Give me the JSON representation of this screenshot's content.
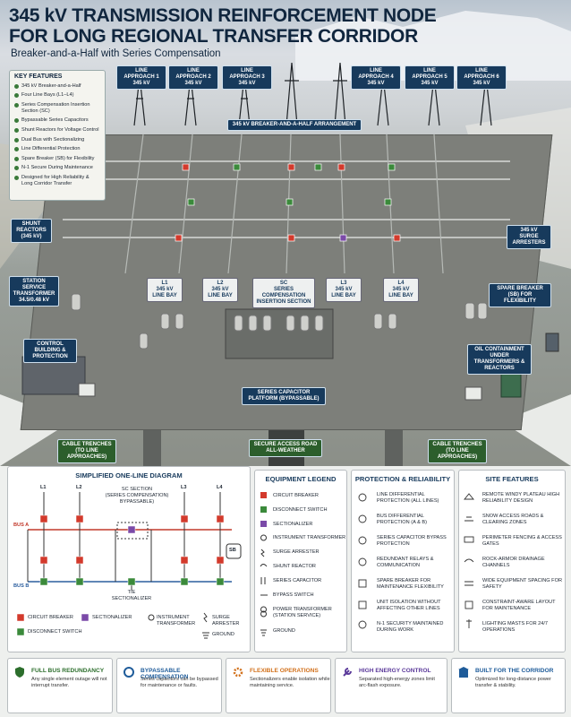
{
  "header": {
    "title_line1": "345 kV TRANSMISSION REINFORCEMENT NODE",
    "title_line2": "FOR LONG REGIONAL TRANSFER CORRIDOR",
    "subtitle": "Breaker-and-a-Half with Series Compensation"
  },
  "key_features": {
    "title": "KEY FEATURES",
    "items": [
      "345 kV Breaker-and-a-Half",
      "Four Line Bays (L1–L4)",
      "Series Compensation Insertion Section (SC)",
      "Bypassable Series Capacitors",
      "Shunt Reactors for Voltage Control",
      "Dual Bus with Sectionalizing",
      "Line Differential Protection",
      "Spare Breaker (SB) for Flexibility",
      "N-1 Secure During Maintenance",
      "Designed for High Reliability & Long Corridor Transfer"
    ]
  },
  "approaches": [
    "LINE APPROACH 1",
    "LINE APPROACH 2",
    "LINE APPROACH 3",
    "LINE APPROACH 4",
    "LINE APPROACH 5",
    "LINE APPROACH 6"
  ],
  "approach_kv": "345 kV",
  "scene_labels": {
    "arrangement": "345 kV BREAKER-AND-A-HALF ARRANGEMENT",
    "shunt": "SHUNT REACTORS (345 kV)",
    "surge": "345 kV SURGE ARRESTERS",
    "station": "STATION SERVICE TRANSFORMER 34.5/0.48 kV",
    "spare": "SPARE BREAKER (SB) FOR FLEXIBILITY",
    "control": "CONTROL BUILDING & PROTECTION",
    "oil": "OIL CONTAINMENT UNDER TRANSFORMERS & REACTORS",
    "sc_platform": "SERIES CAPACITOR PLATFORM (BYPASSABLE)",
    "cable_left": "CABLE TRENCHES (TO LINE APPROACHES)",
    "road": "SECURE ACCESS ROAD ALL-WEATHER",
    "cable_right": "CABLE TRENCHES (TO LINE APPROACHES)"
  },
  "bays": [
    {
      "name": "L1",
      "l2": "345 kV",
      "l3": "LINE BAY"
    },
    {
      "name": "L2",
      "l2": "345 kV",
      "l3": "LINE BAY"
    },
    {
      "name": "SC",
      "l2": "SERIES COMPENSATION",
      "l3": "INSERTION SECTION"
    },
    {
      "name": "L3",
      "l2": "345 kV",
      "l3": "LINE BAY"
    },
    {
      "name": "L4",
      "l2": "345 kV",
      "l3": "LINE BAY"
    }
  ],
  "oneline": {
    "title": "SIMPLIFIED ONE-LINE DIAGRAM",
    "sc1": "SC SECTION",
    "sc2": "(SERIES COMPENSATION)",
    "sc3": "BYPASSABLE)",
    "bus_a": "BUS A",
    "bus_b": "BUS B",
    "tie1": "TIE",
    "tie2": "SECTIONALIZER",
    "sb": "SB",
    "lines": [
      "L1",
      "L2",
      "L3",
      "L4"
    ],
    "legend": [
      "CIRCUIT BREAKER",
      "SECTIONALIZER",
      "INSTRUMENT TRANSFORMER",
      "SURGE ARRESTER",
      "DISCONNECT SWITCH",
      "GROUND"
    ]
  },
  "equipment_legend": {
    "title": "EQUIPMENT LEGEND",
    "items": [
      "CIRCUIT BREAKER",
      "DISCONNECT SWITCH",
      "SECTIONALIZER",
      "INSTRUMENT TRANSFORMER",
      "SURGE ARRESTER",
      "SHUNT REACTOR",
      "SERIES CAPACITOR",
      "BYPASS SWITCH",
      "POWER TRANSFORMER (STATION SERVICE)",
      "GROUND"
    ]
  },
  "protection": {
    "title": "PROTECTION & RELIABILITY",
    "items": [
      "LINE DIFFERENTIAL PROTECTION (ALL LINES)",
      "BUS DIFFERENTIAL PROTECTION (A & B)",
      "SERIES CAPACITOR BYPASS PROTECTION",
      "REDUNDANT RELAYS & COMMUNICATION",
      "SPARE BREAKER FOR MAINTENANCE FLEXIBILITY",
      "UNIT ISOLATION WITHOUT AFFECTING OTHER LINES",
      "N-1 SECURITY MAINTAINED DURING WORK"
    ]
  },
  "site": {
    "title": "SITE FEATURES",
    "items": [
      "REMOTE WINDY PLATEAU HIGH RELIABILITY DESIGN",
      "SNOW ACCESS ROADS & CLEARING ZONES",
      "PERIMETER FENCING & ACCESS GATES",
      "ROCK-ARMOR DRAINAGE CHANNELS",
      "WIDE EQUIPMENT SPACING FOR SAFETY",
      "CONSTRAINT-AWARE LAYOUT FOR MAINTENANCE",
      "LIGHTING MASTS FOR 24/7 OPERATIONS"
    ]
  },
  "strip": [
    {
      "title": "FULL BUS REDUNDANCY",
      "text": "Any single element outage will not interrupt transfer.",
      "color": "#2c6e2c"
    },
    {
      "title": "BYPASSABLE COMPENSATION",
      "text": "Series capacitors can be bypassed for maintenance or faults.",
      "color": "#1f5c9a"
    },
    {
      "title": "FLEXIBLE OPERATIONS",
      "text": "Sectionalizers enable isolation while maintaining service.",
      "color": "#d2711c"
    },
    {
      "title": "HIGH ENERGY CONTROL",
      "text": "Separated high-energy zones limit arc-flash exposure.",
      "color": "#5b3a9a"
    },
    {
      "title": "BUILT FOR THE CORRIDOR",
      "text": "Optimized for long-distance power transfer & stability.",
      "color": "#1f5c9a"
    }
  ]
}
